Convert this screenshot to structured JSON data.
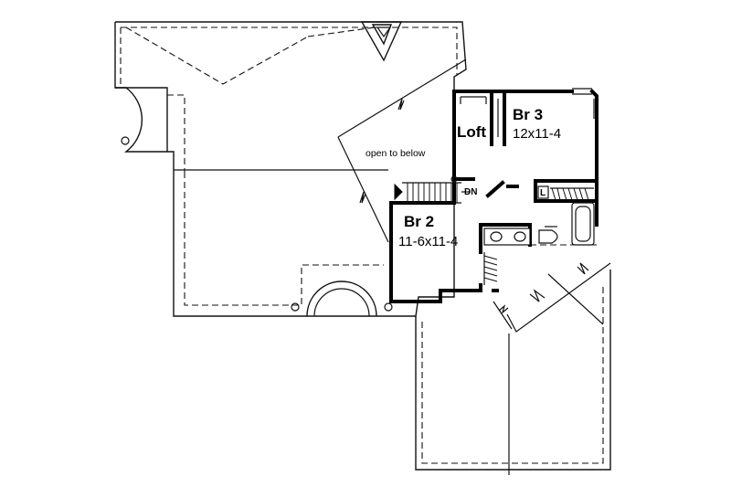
{
  "rooms": {
    "loft": {
      "name": "Loft"
    },
    "br3": {
      "name": "Br 3",
      "size": "12x11-4"
    },
    "br2": {
      "name": "Br 2",
      "size": "11-6x11-4"
    }
  },
  "notes": {
    "open_to_below": "open to below",
    "stairs_down": "DN",
    "linen": "L"
  }
}
